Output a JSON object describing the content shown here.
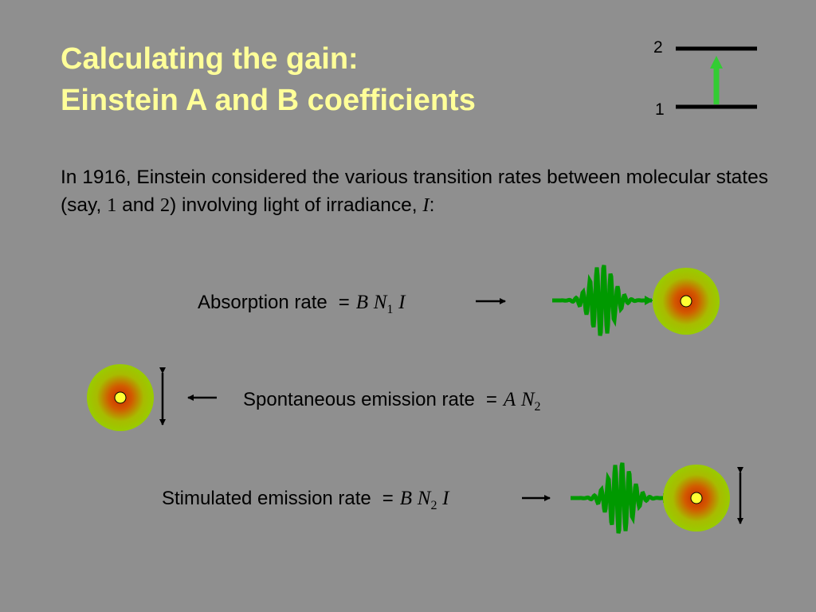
{
  "title": {
    "line1": "Calculating the gain:",
    "line2": "Einstein A and B coefficients"
  },
  "energy_diagram": {
    "level_upper": "2",
    "level_lower": "1"
  },
  "intro": {
    "part1": "In 1916, Einstein considered the various transition rates between molecular states (say, ",
    "state1": "1",
    "and": " and ",
    "state2": "2",
    "part2": ") involving light of irradiance, ",
    "irradiance_symbol": "I",
    "colon": ":"
  },
  "processes": {
    "absorption": {
      "label": "Absorption rate",
      "equals": "=",
      "coef": "B",
      "pop": "N",
      "pop_sub": "1",
      "irr": "I"
    },
    "spontaneous": {
      "label": "Spontaneous emission rate",
      "equals": "=",
      "coef": "A",
      "pop": "N",
      "pop_sub": "2"
    },
    "stimulated": {
      "label": "Stimulated emission rate",
      "equals": "=",
      "coef": "B",
      "pop": "N",
      "pop_sub": "2",
      "irr": "I"
    }
  },
  "colors": {
    "background": "#8f8f8f",
    "title": "#ffff99",
    "wave": "#009900",
    "arrow_green": "#33cc33",
    "molecule_outer": "#99cc00",
    "molecule_inner": "#cc3300",
    "molecule_core": "#ffff33"
  }
}
